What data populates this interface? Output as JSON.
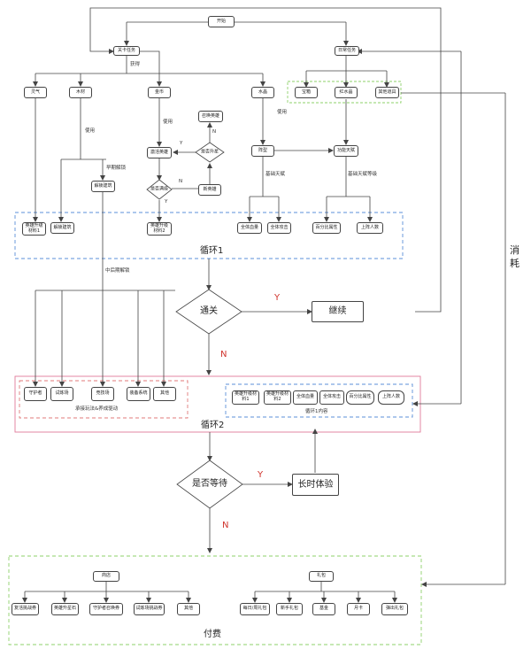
{
  "nodes": {
    "start": "开始",
    "guan_ka": "关卡任务",
    "daily": "日常任务",
    "huoqu": "获得",
    "shiyong": "使用",
    "lingqi": "灵气",
    "mucai": "木材",
    "jinbi": "金币",
    "shuijing": "水晶",
    "baoxiang": "宝箱",
    "hongshui": "红水晶",
    "other_item": "其他道具",
    "zaoqi": "早期解锁",
    "jiesuo": "解锁建筑",
    "hui": "召唤英雄",
    "jihuo": "激活英雄",
    "shengxing": "是否升星",
    "yizhuan": "是否满级",
    "xin_hero": "新英雄",
    "n": "N",
    "y": "Y",
    "zhenxing": "阵型",
    "gongneng": "功能天赋",
    "jichu_tf": "基础天赋",
    "jichu_tfdj": "基础天赋等级",
    "c1_1": "英雄升级材料1",
    "c1_2": "解锁建筑",
    "c1_3": "英雄升级材料2",
    "c1_4": "全体血量",
    "c1_5": "全体攻击",
    "c1_6": "百分比属性",
    "c1_7": "上阵人数",
    "xunhuan1": "循环1",
    "zhonghou": "中后期解锁",
    "tongguan": "通关",
    "jixu": "继续",
    "b1": "守护者",
    "b2": "试炼场",
    "b3": "竞技场",
    "b4": "装备系统",
    "b5": "其他",
    "chengjie": "承接玩法&养成驱动",
    "n1": "英雄升级材料1",
    "n2": "英雄升级材料2",
    "n3": "全体血量",
    "n4": "全体攻击",
    "n5": "百分比属性",
    "n6": "上阵人数",
    "xunhuan1_nr": "循环1内容",
    "xunhuan2": "循环2",
    "dengdai": "是否等待",
    "changshi": "长时体验",
    "shanglian": "商店",
    "libao": "礼包",
    "p1": "复活挑战券",
    "p2": "英雄升星石",
    "p3": "守护者召唤券",
    "p4": "试炼场挑战券",
    "p5": "其他",
    "g1": "每日/周礼包",
    "g2": "新手礼包",
    "g3": "基金",
    "g4": "月卡",
    "g5": "弹出礼包",
    "fufei": "付费",
    "xiaohao": "消耗"
  },
  "colors": {
    "line": "#444444",
    "blue_dash": "#5b8fd8",
    "red_dash": "#e07a7a",
    "green_dash": "#8ed16a",
    "pink_solid": "#e07a9a",
    "red_text": "#d0332c"
  }
}
